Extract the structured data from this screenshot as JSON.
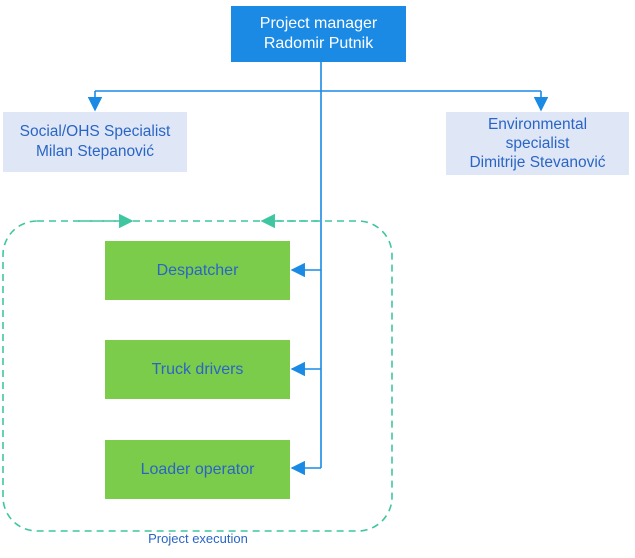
{
  "project_manager": {
    "title": "Project manager",
    "name": "Radomir Putnik"
  },
  "social_specialist": {
    "title": "Social/OHS Specialist",
    "name": "Milan Stepanović"
  },
  "environmental_specialist": {
    "line1": "Environmental",
    "line2": "specialist",
    "name": "Dimitrije Stevanović"
  },
  "execution_roles": [
    "Despatcher",
    "Truck drivers",
    "Loader operator"
  ],
  "execution_group_label": "Project execution",
  "colors": {
    "manager_box": "#1a8ae5",
    "specialist_box": "#dfe7f6",
    "role_box": "#7ccc4c",
    "text_blue": "#2a65c5",
    "connector": "#1a8ae5",
    "group_border": "#3fc6a0"
  }
}
